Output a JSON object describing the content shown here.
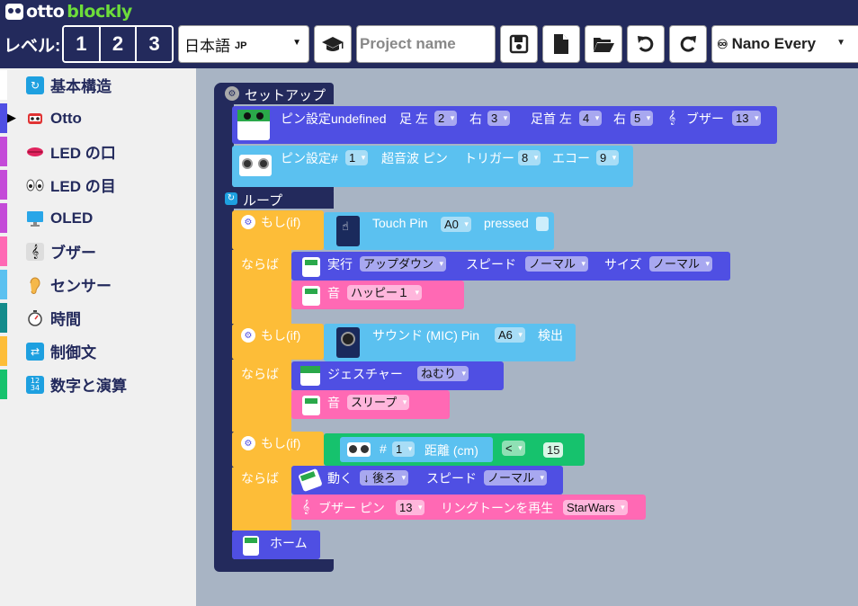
{
  "app": {
    "logo_main": "otto",
    "logo_accent": "blockly"
  },
  "topbar": {
    "level_label": "レベル:",
    "levels": [
      "1",
      "2",
      "3"
    ],
    "language": {
      "value": "日本語",
      "suffix": "JP"
    },
    "project_name": {
      "placeholder": "Project name",
      "value": ""
    },
    "board": {
      "value": "Nano Every"
    },
    "icons": [
      "graduation-cap-icon",
      "save-icon",
      "new-file-icon",
      "open-folder-icon",
      "undo-icon",
      "redo-icon"
    ]
  },
  "toolbox": {
    "categories": [
      {
        "label": "基本構造",
        "icon": "loop-icon",
        "color": "#ffffff"
      },
      {
        "label": "Otto",
        "icon": "robot-head-icon",
        "color": "#4f4fe3",
        "selected": true
      },
      {
        "label": "LED の口",
        "icon": "lips-icon",
        "color": "#c44bd8"
      },
      {
        "label": "LED の目",
        "icon": "eyes-icon",
        "color": "#c44bd8"
      },
      {
        "label": "OLED",
        "icon": "monitor-icon",
        "color": "#c44bd8"
      },
      {
        "label": "ブザー",
        "icon": "music-note-icon",
        "color": "#ff69b4"
      },
      {
        "label": "センサー",
        "icon": "ear-icon",
        "color": "#5bc1f0"
      },
      {
        "label": "時間",
        "icon": "stopwatch-icon",
        "color": "#138b8b"
      },
      {
        "label": "制御文",
        "icon": "repeat-icon",
        "color": "#fdbd38"
      },
      {
        "label": "数字と演算",
        "icon": "number-grid-icon",
        "color": "#16c26d"
      }
    ]
  },
  "colors": {
    "setup": "#232a5c",
    "otto": "#4f4fe3",
    "sensor": "#5bc1f0",
    "control": "#fdbd38",
    "buzzer": "#ff69b4",
    "math": "#16c26d"
  },
  "workspace": {
    "setup_label": "セットアップ",
    "setup_pins": {
      "label_a": "ピン設定undefined",
      "left_leg_label": "足 左",
      "left_leg": "2",
      "right_leg_label": "右",
      "right_leg": "3",
      "foot_label": "足首 左",
      "left_foot": "4",
      "right_foot_label": "右",
      "right_foot": "5",
      "buzzer_label": "ブザー",
      "buzzer": "13"
    },
    "ultrasonic_pins": {
      "label": "ピン設定#",
      "num": "1",
      "kind": "超音波 ピン",
      "trigger_label": "トリガー",
      "trigger": "8",
      "echo_label": "エコー",
      "echo": "9"
    },
    "loop_label": "ループ",
    "if_label": "もし(if)",
    "then_label": "ならば",
    "if1": {
      "sensor_text": "Touch  Pin",
      "pin": "A0",
      "suffix": "pressed",
      "action1": {
        "label": "実行",
        "mode": "アップダウン",
        "speed_label": "スピード",
        "speed": "ノーマル",
        "size_label": "サイズ",
        "size": "ノーマル"
      },
      "action2": {
        "label": "音",
        "sound": "ハッピー１"
      }
    },
    "if2": {
      "sensor_text": "サウンド (MIC)  Pin",
      "pin": "A6",
      "suffix": "検出",
      "action1": {
        "label": "ジェスチャー",
        "gesture": "ねむり"
      },
      "action2": {
        "label": "音",
        "sound": "スリープ"
      }
    },
    "if3": {
      "sensor_label": "#",
      "sensor_num": "1",
      "distance_label": "距離 (cm)",
      "operator": "<",
      "value": "15",
      "action1": {
        "label": "動く",
        "direction": "↓ 後ろ",
        "speed_label": "スピード",
        "speed": "ノーマル"
      },
      "action2": {
        "label": "ブザー ピン",
        "pin": "13",
        "song_label": "リングトーンを再生",
        "song": "StarWars"
      }
    },
    "home_label": "ホーム"
  }
}
